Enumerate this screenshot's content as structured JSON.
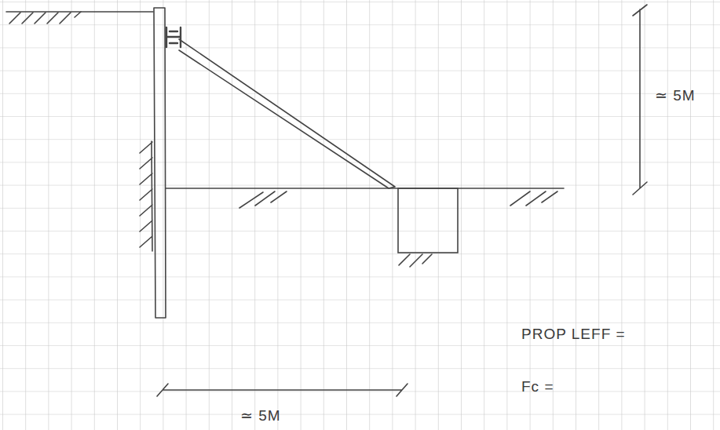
{
  "diagram": {
    "labels": [
      "≃ 5M",
      "≃ 5M",
      "PROP LEFF =",
      "Fc ="
    ]
  }
}
